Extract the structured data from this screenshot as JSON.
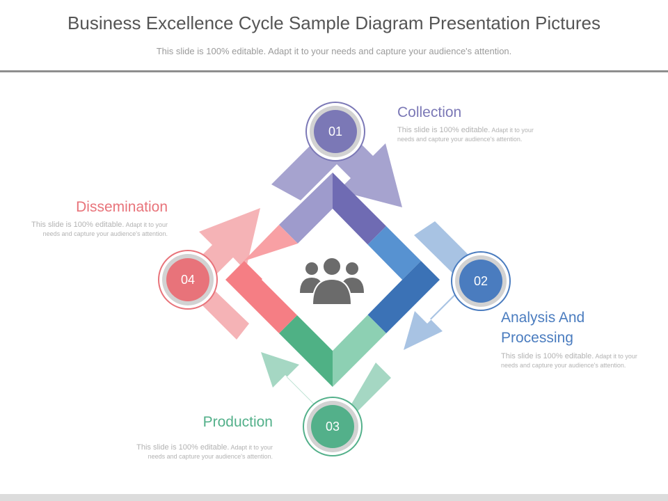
{
  "header": {
    "title": "Business Excellence Cycle Sample Diagram Presentation Pictures",
    "subtitle": "This slide is 100% editable. Adapt it to your needs and capture your audience's attention."
  },
  "colors": {
    "collection": "#7b78b6",
    "analysis": "#4a7cbf",
    "production": "#53b08a",
    "dissemination": "#e8737a",
    "icon": "#6b6b6b"
  },
  "center": {
    "icon": "people-group-icon"
  },
  "steps": [
    {
      "number": "01",
      "title": "Collection",
      "desc_lead": "This slide is 100% editable.",
      "desc_rest": "Adapt it to your needs and capture your audience's attention."
    },
    {
      "number": "02",
      "title": "Analysis And Processing",
      "desc_lead": "This slide is 100% editable.",
      "desc_rest": "Adapt it to your needs and capture your audience's attention."
    },
    {
      "number": "03",
      "title": "Production",
      "desc_lead": "This slide is 100% editable.",
      "desc_rest": "Adapt it to your needs and capture your audience's attention."
    },
    {
      "number": "04",
      "title": "Dissemination",
      "desc_lead": "This slide is 100% editable.",
      "desc_rest": "Adapt it to your needs and capture your audience's attention."
    }
  ]
}
